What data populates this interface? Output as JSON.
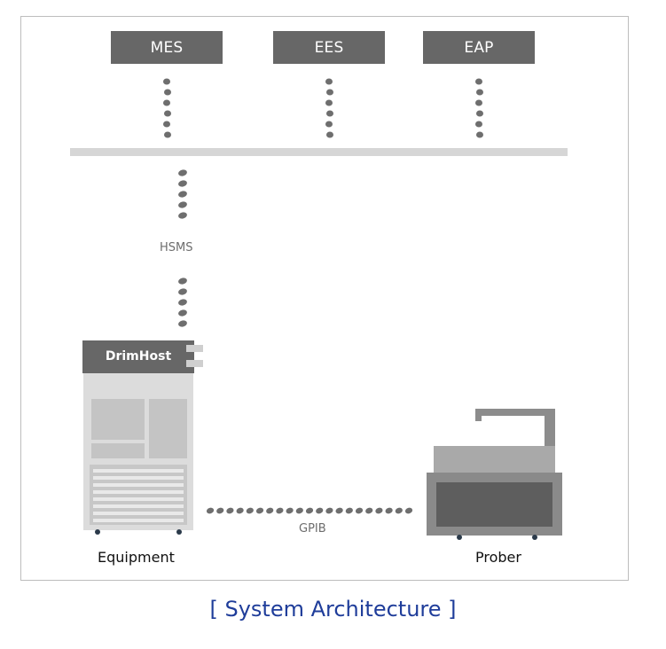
{
  "systems": [
    {
      "label": "MES"
    },
    {
      "label": "EES"
    },
    {
      "label": "EAP"
    }
  ],
  "links": {
    "hsms_label": "HSMS",
    "gpib_label": "GPIB"
  },
  "equipment": {
    "host_label": "DrimHost",
    "caption": "Equipment"
  },
  "prober": {
    "caption": "Prober"
  },
  "figure_title": "[ System Architecture ]",
  "colors": {
    "box_dark": "#676767",
    "bus": "#d6d6d6",
    "dot": "#6e6e6e",
    "title": "#1f3d9a"
  }
}
